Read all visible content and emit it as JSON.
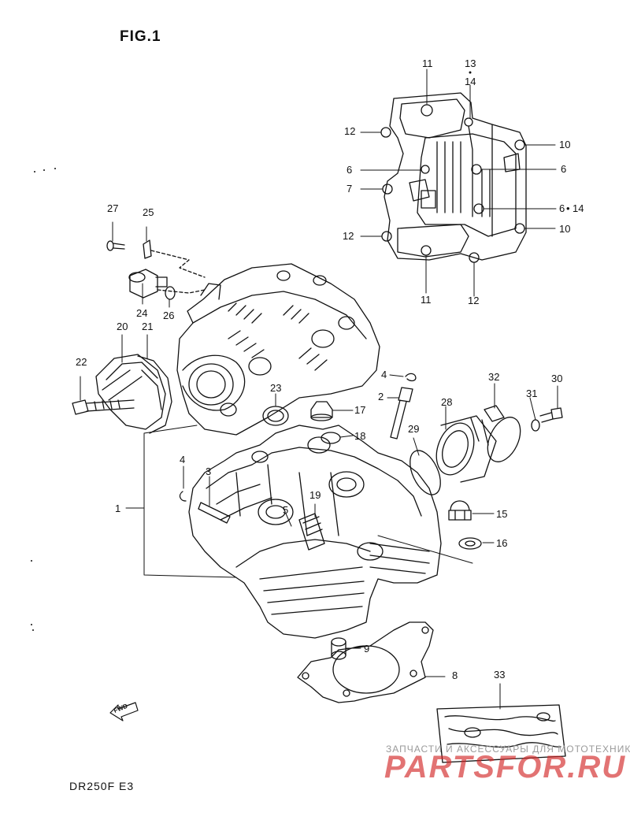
{
  "figure_title": "FIG.1",
  "model_code": "DR250F  E3",
  "watermark": {
    "line1": "ЗАПЧАСТИ И АКСЕССУАРЫ ДЛЯ МОТОТЕХНИКИ",
    "line2": "PARTSFOR.RU"
  },
  "fwd_label": "FWD",
  "part_labels": {
    "p1": "1",
    "p2": "2",
    "p3": "3",
    "p4a": "4",
    "p4b": "4",
    "p5": "5",
    "p6a": "6",
    "p6b": "6",
    "p6c": "6",
    "p7": "7",
    "p8": "8",
    "p9": "9",
    "p10a": "10",
    "p10b": "10",
    "p11a": "11",
    "p11b": "11",
    "p12a": "12",
    "p12b": "12",
    "p12c": "12",
    "p13": "13",
    "p14a": "14",
    "p14b": "14",
    "p15": "15",
    "p16": "16",
    "p17": "17",
    "p18": "18",
    "p19": "19",
    "p20": "20",
    "p21": "21",
    "p22": "22",
    "p23": "23",
    "p24": "24",
    "p25": "25",
    "p26": "26",
    "p27": "27",
    "p28": "28",
    "p29": "29",
    "p30": "30",
    "p31": "31",
    "p32": "32",
    "p33": "33"
  },
  "colors": {
    "line": "#111111",
    "watermark_red": "#d22828",
    "watermark_grey": "#9a9a9a"
  }
}
